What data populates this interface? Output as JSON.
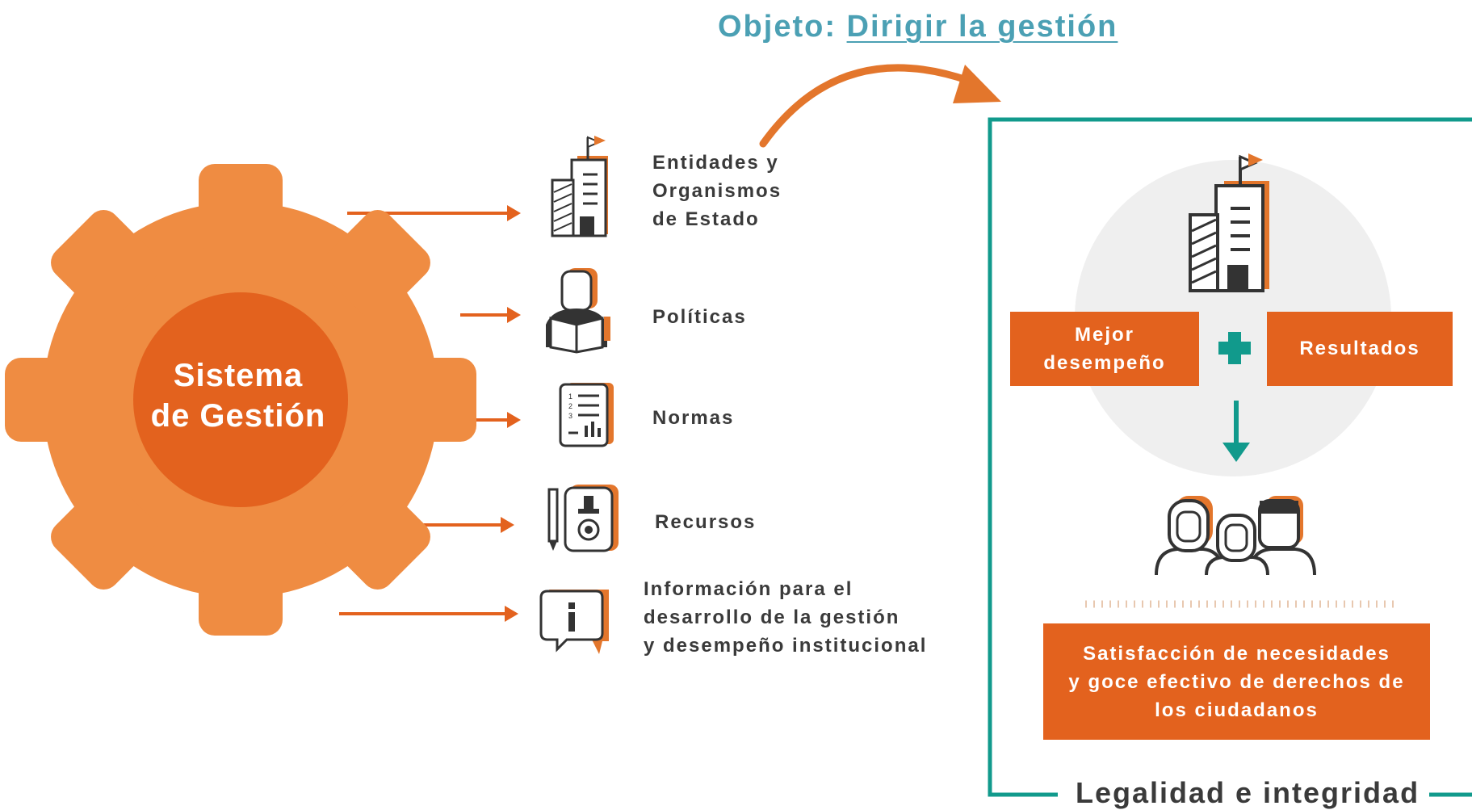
{
  "title": {
    "prefix": "Objeto: ",
    "link": "Dirigir la gestión"
  },
  "center": {
    "label": "Sistema\nde Gestión"
  },
  "items": [
    {
      "label": "Entidades y\nOrganismos\nde Estado",
      "icon": "building-icon"
    },
    {
      "label": "Políticas",
      "icon": "reader-icon"
    },
    {
      "label": "Normas",
      "icon": "document-icon"
    },
    {
      "label": "Recursos",
      "icon": "stamp-icon"
    },
    {
      "label": "Información para el\ndesarrollo de la gestión\ny desempeño institucional",
      "icon": "info-icon"
    }
  ],
  "result": {
    "box_left": "Mejor\ndesempeño",
    "plus": "+",
    "box_right": "Resultados",
    "box_bottom": "Satisfacción de necesidades\ny goce efectivo de derechos de\nlos ciudadanos",
    "footer": "Legalidad e integridad"
  },
  "colors": {
    "orange": "#e3621e",
    "gear": "#ef8c42",
    "teal": "#119a8c",
    "title_blue": "#4ba0b4"
  }
}
